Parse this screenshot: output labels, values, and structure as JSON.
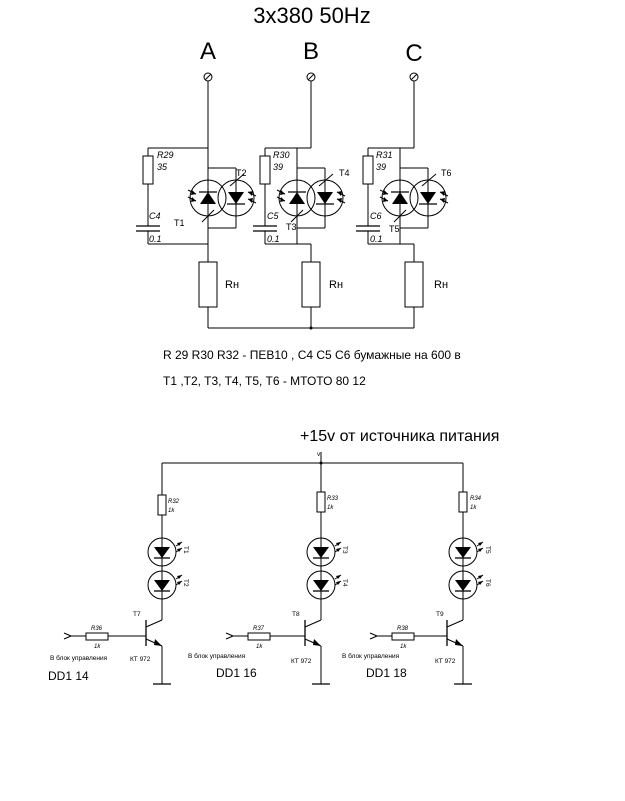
{
  "title": "3x380 50Hz",
  "phases": [
    {
      "label": "A",
      "r": "R29",
      "r_val": "35",
      "c": "C4",
      "c_val": "0.1",
      "t_left": "T1",
      "t_right": "T2",
      "load": "Rн"
    },
    {
      "label": "B",
      "r": "R30",
      "r_val": "39",
      "c": "C5",
      "c_val": "0.1",
      "t_left": "T3",
      "t_right": "T4",
      "load": "Rн"
    },
    {
      "label": "C",
      "r": "R31",
      "r_val": "39",
      "c": "C6",
      "c_val": "0.1",
      "t_left": "T5",
      "t_right": "T6",
      "load": "Rн"
    }
  ],
  "notes": {
    "line1": "R 29 R30 R32 - ПЕВ10 , C4 C5 C6 бумажные на 600 в",
    "line2": "T1 ,T2, T3, T4, T5, T6 - МТОТО 80 12"
  },
  "supply": {
    "label": "+15v от источника питания",
    "node": "v"
  },
  "drivers": [
    {
      "r_top": "R32",
      "r_top_val": "1k",
      "led1": "T1",
      "led2": "T2",
      "transistor": "T7",
      "r_in": "R36",
      "r_in_val": "1k",
      "input": "В блок управления",
      "model": "КТ 972",
      "dd": "DD1 14"
    },
    {
      "r_top": "R33",
      "r_top_val": "1k",
      "led1": "T3",
      "led2": "T4",
      "transistor": "T8",
      "r_in": "R37",
      "r_in_val": "1k",
      "input": "В блок управления",
      "model": "КТ 972",
      "dd": "DD1 16"
    },
    {
      "r_top": "R34",
      "r_top_val": "1k",
      "led1": "T5",
      "led2": "T6",
      "transistor": "T9",
      "r_in": "R38",
      "r_in_val": "1k",
      "input": "В блок управления",
      "model": "КТ 972",
      "dd": "DD1 18"
    }
  ],
  "colors": {
    "line": "#000000",
    "background": "#ffffff"
  }
}
